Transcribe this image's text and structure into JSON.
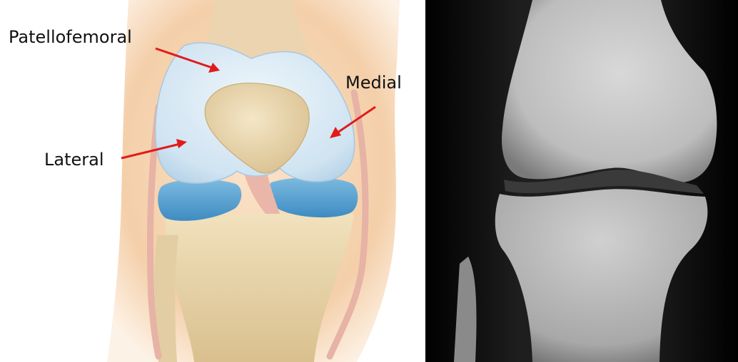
{
  "illustration": {
    "labels": {
      "patellofemoral": "Patellofemoral",
      "medial": "Medial",
      "lateral": "Lateral"
    },
    "colors": {
      "arrow": "#e11b1b",
      "cartilage": "#d6e8f4",
      "meniscus": "#5aa6d4",
      "bone": "#eedcb4",
      "skin": "#f7dcc0",
      "ligament": "#e9b9ad"
    }
  },
  "xray": {
    "colors": {
      "background": "#000000",
      "bone": "#cfcfcf"
    }
  }
}
